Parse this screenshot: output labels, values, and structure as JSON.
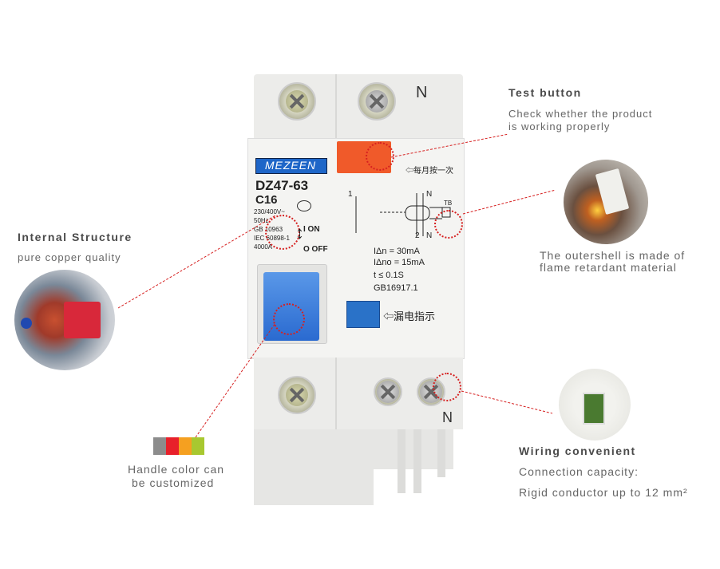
{
  "callouts": {
    "test_button": {
      "title": "Test button",
      "line1": "Check whether the product",
      "line2": "is working properly"
    },
    "internal": {
      "title": "Internal Structure",
      "desc": "pure copper quality"
    },
    "shell": {
      "line1": "The outershell is made of",
      "line2": "flame retardant material"
    },
    "handle": {
      "line1": "Handle color can",
      "line2": "be customized"
    },
    "wiring": {
      "title": "Wiring convenient",
      "line1": "Connection capacity:",
      "line2": "Rigid conductor up to 12 mm²"
    }
  },
  "swatches": [
    "#8c8c8c",
    "#e8202a",
    "#f5a020",
    "#a8c830"
  ],
  "device": {
    "brand": "MEZEEN",
    "model": "DZ47-63",
    "rating": "C16",
    "voltage": "230/400V~",
    "freq": "50Hz",
    "std1": "GB 10963",
    "std2": "IEC 60898-1",
    "capacity": "4000A",
    "on": "I ON",
    "off": "O OFF",
    "n_top": "N",
    "n_bottom": "N",
    "monthly": "每月按一次",
    "idn": "IΔn    =  30mA",
    "idno": "IΔno  =  15mA",
    "t": "t       ≤  0.1S",
    "gb": "GB16917.1",
    "leak": "漏电指示",
    "diagram_n": "N",
    "diagram_1": "1",
    "diagram_2": "2",
    "diagram_tb": "TB"
  }
}
